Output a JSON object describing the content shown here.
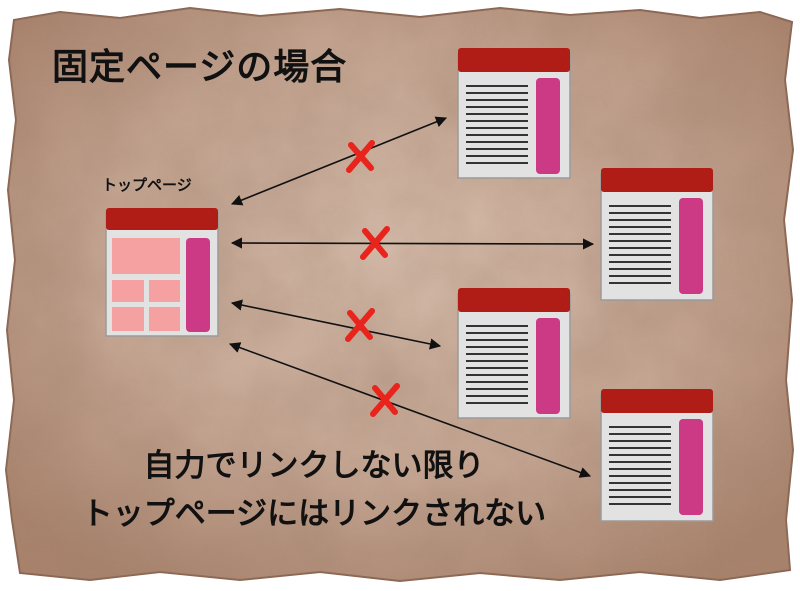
{
  "title": "固定ページの場合",
  "top_page_label": "トップページ",
  "message": {
    "line1": "自力でリンクしない限り",
    "line2": "トップページにはリンクされない"
  },
  "colors": {
    "header": "#b01d16",
    "sidebar": "#cc3a86",
    "tile": "#f5a0a1",
    "page_body": "#e2e2e2",
    "cross": "#e8241c",
    "arrow": "#111111",
    "paper": "#c9ab99"
  },
  "icons": {
    "link_blocked": "cross-mark-icon",
    "direction": "double-headed-arrow"
  }
}
